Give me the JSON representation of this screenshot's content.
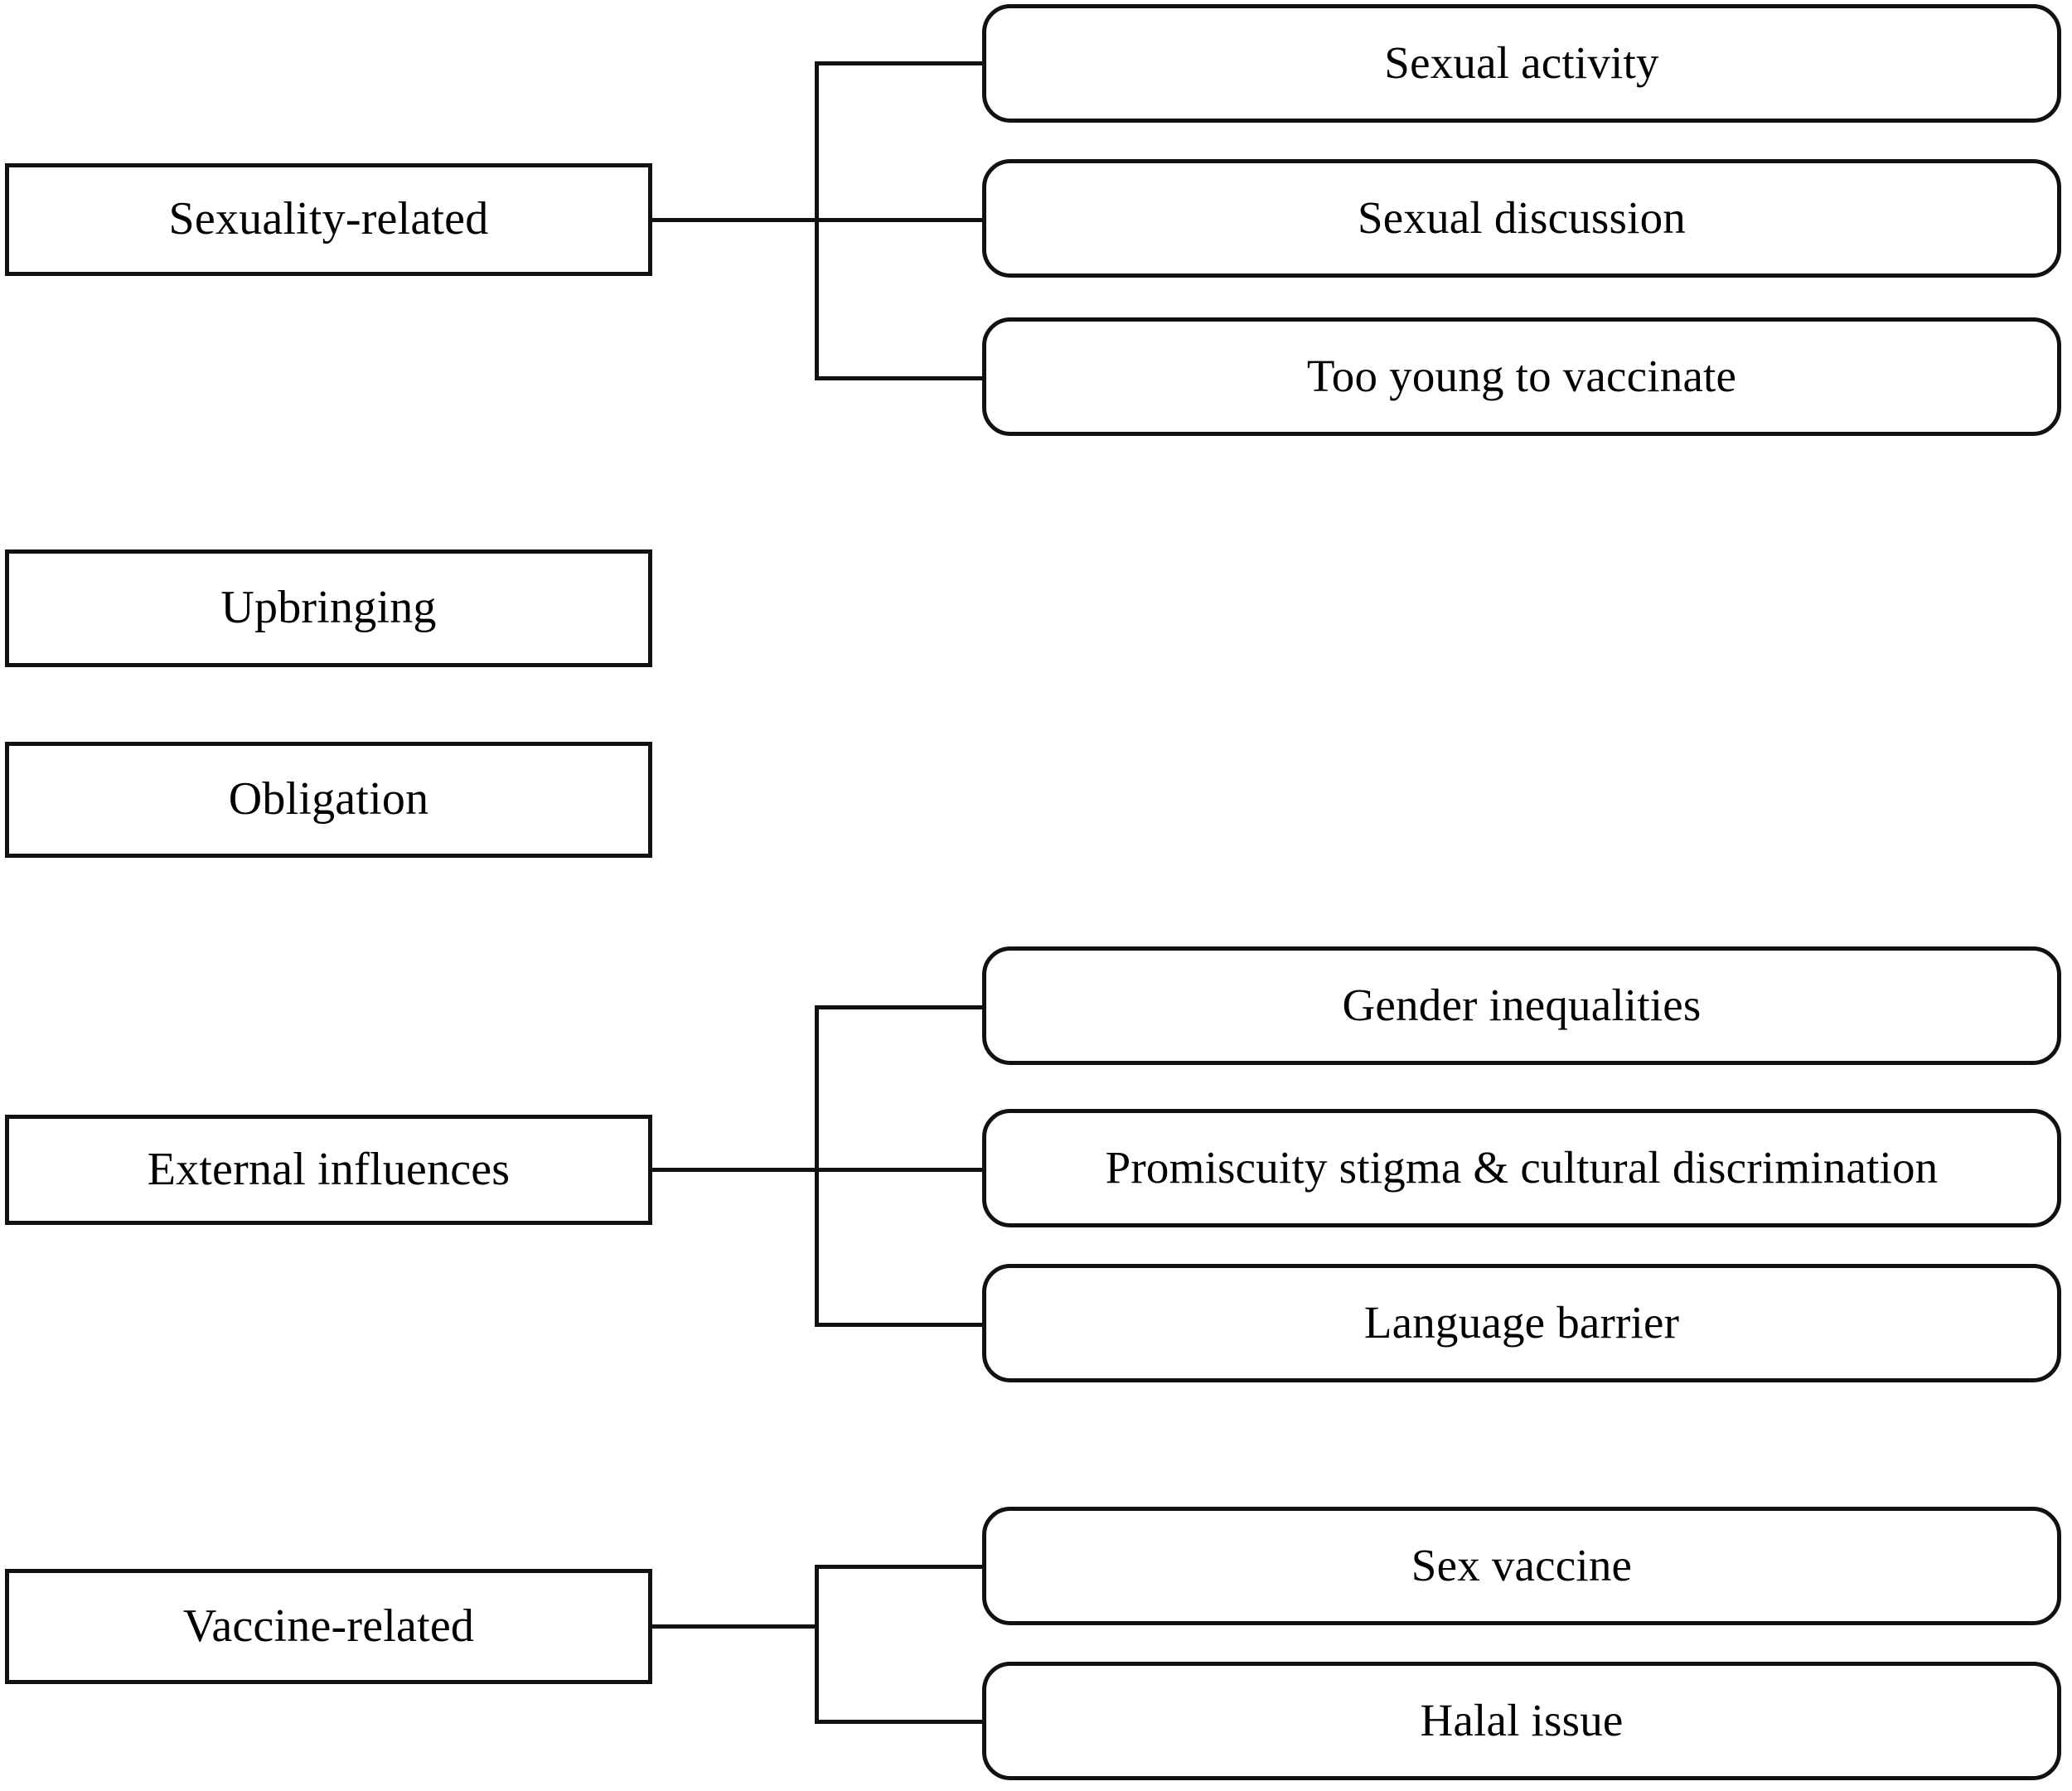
{
  "diagram": {
    "type": "hierarchy-tree",
    "orientation": "left-to-right",
    "background_color": "#ffffff",
    "line_color": "#111111",
    "groups": [
      {
        "id": "sexuality-related",
        "theme": "Sexuality-related",
        "has_children": true,
        "children": [
          "Sexual activity",
          "Sexual discussion",
          "Too young to vaccinate"
        ]
      },
      {
        "id": "upbringing",
        "theme": "Upbringing",
        "has_children": false,
        "children": []
      },
      {
        "id": "obligation",
        "theme": "Obligation",
        "has_children": false,
        "children": []
      },
      {
        "id": "external-influences",
        "theme": "External influences",
        "has_children": true,
        "children": [
          "Gender inequalities",
          "Promiscuity stigma & cultural discrimination",
          "Language barrier"
        ]
      },
      {
        "id": "vaccine-related",
        "theme": "Vaccine-related",
        "has_children": true,
        "children": [
          "Sex vaccine",
          "Halal issue"
        ]
      }
    ]
  }
}
